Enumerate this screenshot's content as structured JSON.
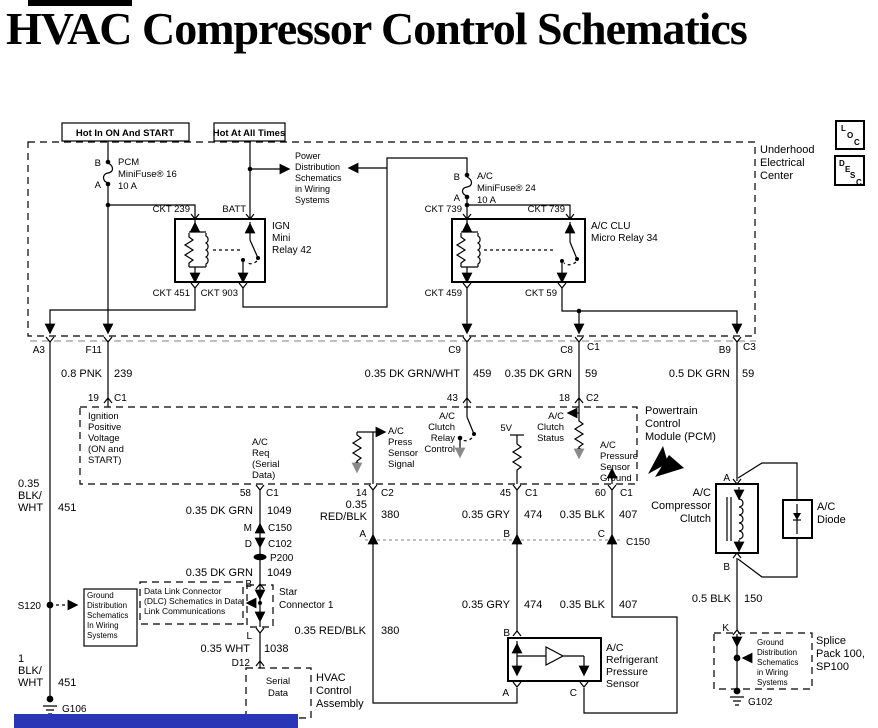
{
  "page": {
    "title": "HVAC Compressor Control Schematics"
  },
  "tags": {
    "hot_ign": "Hot In ON And START",
    "hot_all": "Hot At All Times"
  },
  "uec": {
    "name": [
      "Underhood",
      "Electrical",
      "Center"
    ],
    "loc": [
      "L",
      "O",
      "C"
    ],
    "desc": [
      "D",
      "E",
      "S",
      "C"
    ]
  },
  "fuses": {
    "pcm": {
      "b": "B",
      "a": "A",
      "name": "PCM",
      "type": "MiniFuse® 16",
      "amp": "10 A"
    },
    "ac": {
      "b": "B",
      "a": "A",
      "name": "A/C",
      "type": "MiniFuse® 24",
      "amp": "10 A"
    }
  },
  "refs": {
    "power_dist": [
      "Power",
      "Distribution",
      "Schematics",
      "in Wiring",
      "Systems"
    ],
    "gnd_left": [
      "Ground",
      "Distribution",
      "Schematics",
      "In Wiring",
      "Systems"
    ],
    "dlc": [
      "Data Link Connector",
      "(DLC) Schematics in Data",
      "Link Communications"
    ],
    "gnd_right": [
      "Ground",
      "Distribution",
      "Schematics",
      "in Wiring",
      "Systems"
    ]
  },
  "relays": {
    "ign": {
      "name": [
        "IGN",
        "Mini",
        "Relay 42"
      ],
      "tl": "CKT 239",
      "tr": "BATT",
      "bl": "CKT 451",
      "br": "CKT 903"
    },
    "ac": {
      "name": [
        "A/C CLU",
        "Micro Relay 34"
      ],
      "tl": "CKT 739",
      "tr": "CKT 739",
      "bl": "CKT 459",
      "br": "CKT 59"
    }
  },
  "row": {
    "a3": "A3",
    "f11": "F11",
    "c9": "C9",
    "c8": "C8",
    "c1": "C1",
    "b9": "B9",
    "c3": "C3"
  },
  "w": {
    "pnk": {
      "g": "0.8 PNK",
      "c": "239"
    },
    "grnwht": {
      "g": "0.35 DK GRN/WHT",
      "c": "459"
    },
    "grn59": {
      "g": "0.35 DK GRN",
      "c": "59"
    },
    "grn59r": {
      "g": "0.5 DK GRN",
      "c": "59"
    },
    "blkwht1": {
      "l1": "0.35",
      "l2": "BLK/",
      "l3": "WHT",
      "c": "451"
    },
    "blkwht2": {
      "l1": "1",
      "l2": "BLK/",
      "l3": "WHT",
      "c": "451"
    },
    "grn1049a": {
      "g": "0.35 DK GRN",
      "c": "1049"
    },
    "grn1049b": {
      "g": "0.35 DK GRN",
      "c": "1049"
    },
    "rb380a": {
      "l1": "0.35",
      "l2": "RED/BLK",
      "c": "380"
    },
    "rb380b": {
      "g": "0.35 RED/BLK",
      "c": "380"
    },
    "gry474a": {
      "g": "0.35 GRY",
      "c": "474"
    },
    "gry474b": {
      "g": "0.35 GRY",
      "c": "474"
    },
    "blk407a": {
      "g": "0.35 BLK",
      "c": "407"
    },
    "blk407b": {
      "g": "0.35 BLK",
      "c": "407"
    },
    "wht1038": {
      "g": "0.35 WHT",
      "c": "1038"
    },
    "blk150": {
      "g": "0.5 BLK",
      "c": "150"
    }
  },
  "pcm": {
    "name": [
      "Powertrain",
      "Control",
      "Module (PCM)"
    ],
    "ign_pos": [
      "Ignition",
      "Positive",
      "Voltage",
      "(ON and",
      "START)"
    ],
    "req": [
      "A/C",
      "Req",
      "(Serial",
      "Data)"
    ],
    "press_sig": [
      "A/C",
      "Press",
      "Sensor",
      "Signal"
    ],
    "relay_ctl": [
      "A/C",
      "Clutch",
      "Relay",
      "Control"
    ],
    "five_v": "5V",
    "status": [
      "A/C",
      "Clutch",
      "Status"
    ],
    "sens_gnd": [
      "A/C",
      "Pressure",
      "Sensor",
      "Ground"
    ],
    "p19": {
      "n": "19",
      "c": "C1"
    },
    "p43": {
      "n": "43"
    },
    "p18": {
      "n": "18",
      "c": "C2"
    },
    "p58": {
      "n": "58",
      "c": "C1"
    },
    "p14": {
      "n": "14",
      "c": "C2"
    },
    "p45": {
      "n": "45",
      "c": "C1"
    },
    "p60": {
      "n": "60",
      "c": "C1"
    }
  },
  "mid": {
    "m": "M",
    "c150m": "C150",
    "d": "D",
    "c102": "C102",
    "p200": "P200",
    "b": "B",
    "l": "L",
    "d12": "D12",
    "k": "K",
    "c150": {
      "a": "A",
      "b": "B",
      "c": "C",
      "name": "C150"
    }
  },
  "gnd": {
    "s120": "S120",
    "g106": "G106",
    "g102": "G102"
  },
  "comp": {
    "star": [
      "Star",
      "Connector 1"
    ],
    "serial": [
      "Serial",
      "Data"
    ],
    "hvac": [
      "HVAC",
      "Control",
      "Assembly"
    ],
    "sensor": {
      "name": [
        "A/C",
        "Refrigerant",
        "Pressure",
        "Sensor"
      ],
      "b": "B",
      "a": "A",
      "c": "C"
    },
    "clutch": {
      "name": [
        "A/C",
        "Compressor",
        "Clutch"
      ],
      "a": "A",
      "b": "B"
    },
    "diode": [
      "A/C",
      "Diode"
    ],
    "splice": [
      "Splice",
      "Pack 100,",
      "SP100"
    ]
  },
  "colors": {
    "blue_bar": "#2936b5"
  }
}
